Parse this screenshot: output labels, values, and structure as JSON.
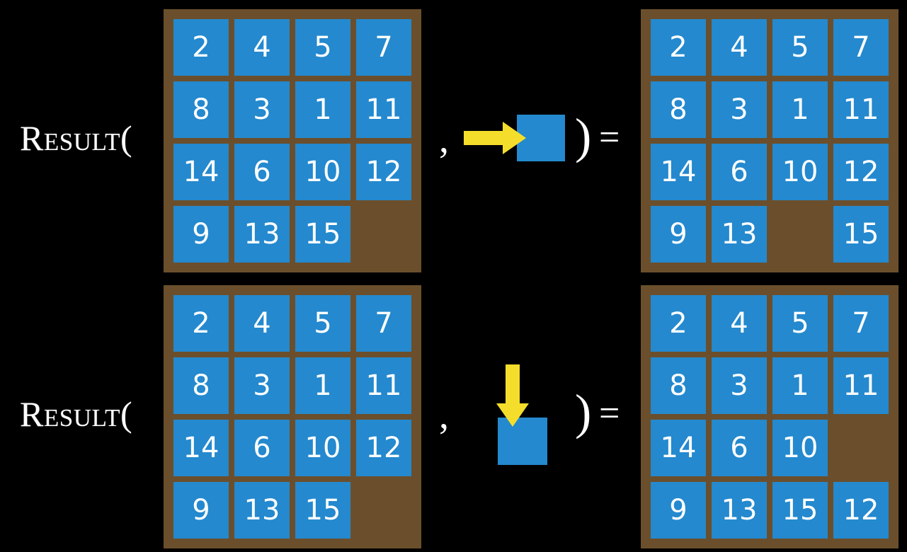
{
  "page": {
    "background_color": "#000000",
    "title": "Result function on 15-puzzle states"
  },
  "colors": {
    "board_brown": "#6b4f2c",
    "tile_blue": "#2489ce",
    "arrow_yellow": "#f5de2b",
    "text_white": "#ffffff",
    "background_black": "#000000"
  },
  "labels": {
    "result": "Result(",
    "comma": ",",
    "paren_close": ")",
    "equals": "=",
    "blank": ""
  },
  "rows": [
    {
      "id": "row-1",
      "action": {
        "name": "move-blank-right",
        "arrow_direction": "right",
        "arrow_icon": "arrow-right-icon",
        "square_icon": "blank-tile-square"
      },
      "state_before": {
        "name": "initial-state",
        "grid": [
          [
            "2",
            "4",
            "5",
            "7"
          ],
          [
            "8",
            "3",
            "1",
            "11"
          ],
          [
            "14",
            "6",
            "10",
            "12"
          ],
          [
            "9",
            "13",
            "15",
            ""
          ]
        ]
      },
      "state_after": {
        "name": "resulting-state",
        "grid": [
          [
            "2",
            "4",
            "5",
            "7"
          ],
          [
            "8",
            "3",
            "1",
            "11"
          ],
          [
            "14",
            "6",
            "10",
            "12"
          ],
          [
            "9",
            "13",
            "",
            "15"
          ]
        ]
      }
    },
    {
      "id": "row-2",
      "action": {
        "name": "move-blank-down",
        "arrow_direction": "down",
        "arrow_icon": "arrow-down-icon",
        "square_icon": "blank-tile-square"
      },
      "state_before": {
        "name": "initial-state",
        "grid": [
          [
            "2",
            "4",
            "5",
            "7"
          ],
          [
            "8",
            "3",
            "1",
            "11"
          ],
          [
            "14",
            "6",
            "10",
            "12"
          ],
          [
            "9",
            "13",
            "15",
            ""
          ]
        ]
      },
      "state_after": {
        "name": "resulting-state",
        "grid": [
          [
            "2",
            "4",
            "5",
            "7"
          ],
          [
            "8",
            "3",
            "1",
            "11"
          ],
          [
            "14",
            "6",
            "10",
            ""
          ],
          [
            "9",
            "13",
            "15",
            "12"
          ]
        ]
      }
    }
  ]
}
